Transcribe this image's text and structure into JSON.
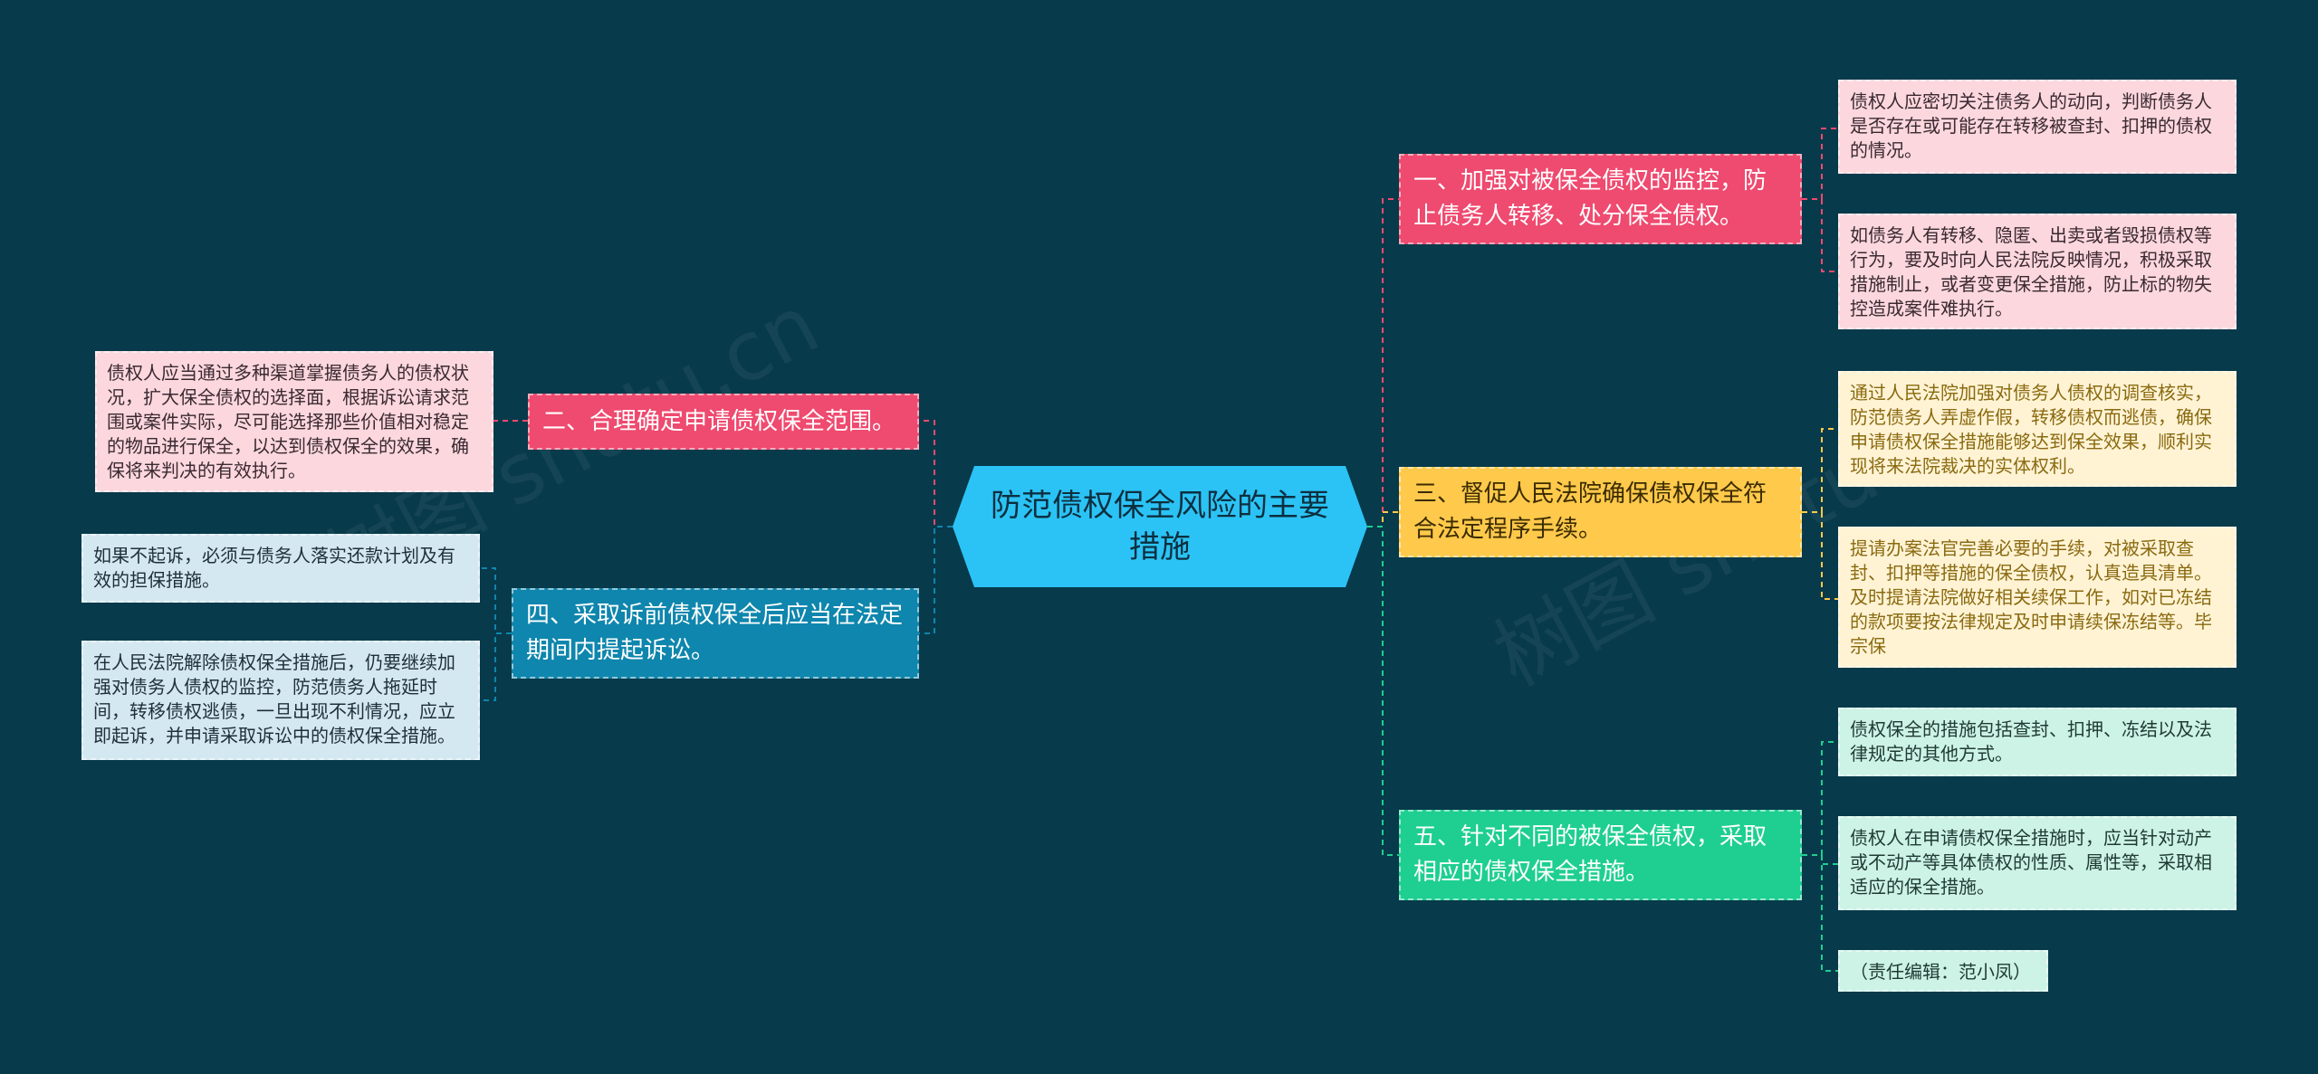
{
  "root": {
    "title": "防范债权保全风险的主要措施"
  },
  "branches": {
    "b1": {
      "label": "一、加强对被保全债权的监控，防止债务人转移、处分保全债权。"
    },
    "b2": {
      "label": "二、合理确定申请债权保全范围。"
    },
    "b3": {
      "label": "三、督促人民法院确保债权保全符合法定程序手续。"
    },
    "b4": {
      "label": "四、采取诉前债权保全后应当在法定期间内提起诉讼。"
    },
    "b5": {
      "label": "五、针对不同的被保全债权，采取相应的债权保全措施。"
    }
  },
  "leaves": {
    "l1a": "债权人应密切关注债务人的动向，判断债务人是否存在或可能存在转移被查封、扣押的债权的情况。",
    "l1b": "如债务人有转移、隐匿、出卖或者毁损债权等行为，要及时向人民法院反映情况，积极采取措施制止，或者变更保全措施，防止标的物失控造成案件难执行。",
    "l2a": "债权人应当通过多种渠道掌握债务人的债权状况，扩大保全债权的选择面，根据诉讼请求范围或案件实际，尽可能选择那些价值相对稳定的物品进行保全，以达到债权保全的效果，确保将来判决的有效执行。",
    "l3a": "通过人民法院加强对债务人债权的调查核实，防范债务人弄虚作假，转移债权而逃债，确保申请债权保全措施能够达到保全效果，顺利实现将来法院裁决的实体权利。",
    "l3b": "提请办案法官完善必要的手续，对被采取查封、扣押等措施的保全债权，认真造具清单。及时提请法院做好相关续保工作，如对已冻结的款项要按法律规定及时申请续保冻结等。毕宗保",
    "l4a": "如果不起诉，必须与债务人落实还款计划及有效的担保措施。",
    "l4b": "在人民法院解除债权保全措施后，仍要继续加强对债务人债权的监控，防范债务人拖延时间，转移债权逃债，一旦出现不利情况，应立即起诉，并申请采取诉讼中的债权保全措施。",
    "l5a": "债权保全的措施包括查封、扣押、冻结以及法律规定的其他方式。",
    "l5b": "债权人在申请债权保全措施时，应当针对动产或不动产等具体债权的性质、属性等，采取相适应的保全措施。",
    "l5c": "（责任编辑：范小凤）"
  },
  "watermarks": [
    "树图 shutu.cn",
    "树图 shutu.cn"
  ],
  "colors": {
    "background": "#073a4b",
    "root": "#2bc3f5",
    "pink": "#ef4a6f",
    "yellow": "#ffc94b",
    "green": "#1ecf91",
    "blue": "#0f86ad"
  }
}
